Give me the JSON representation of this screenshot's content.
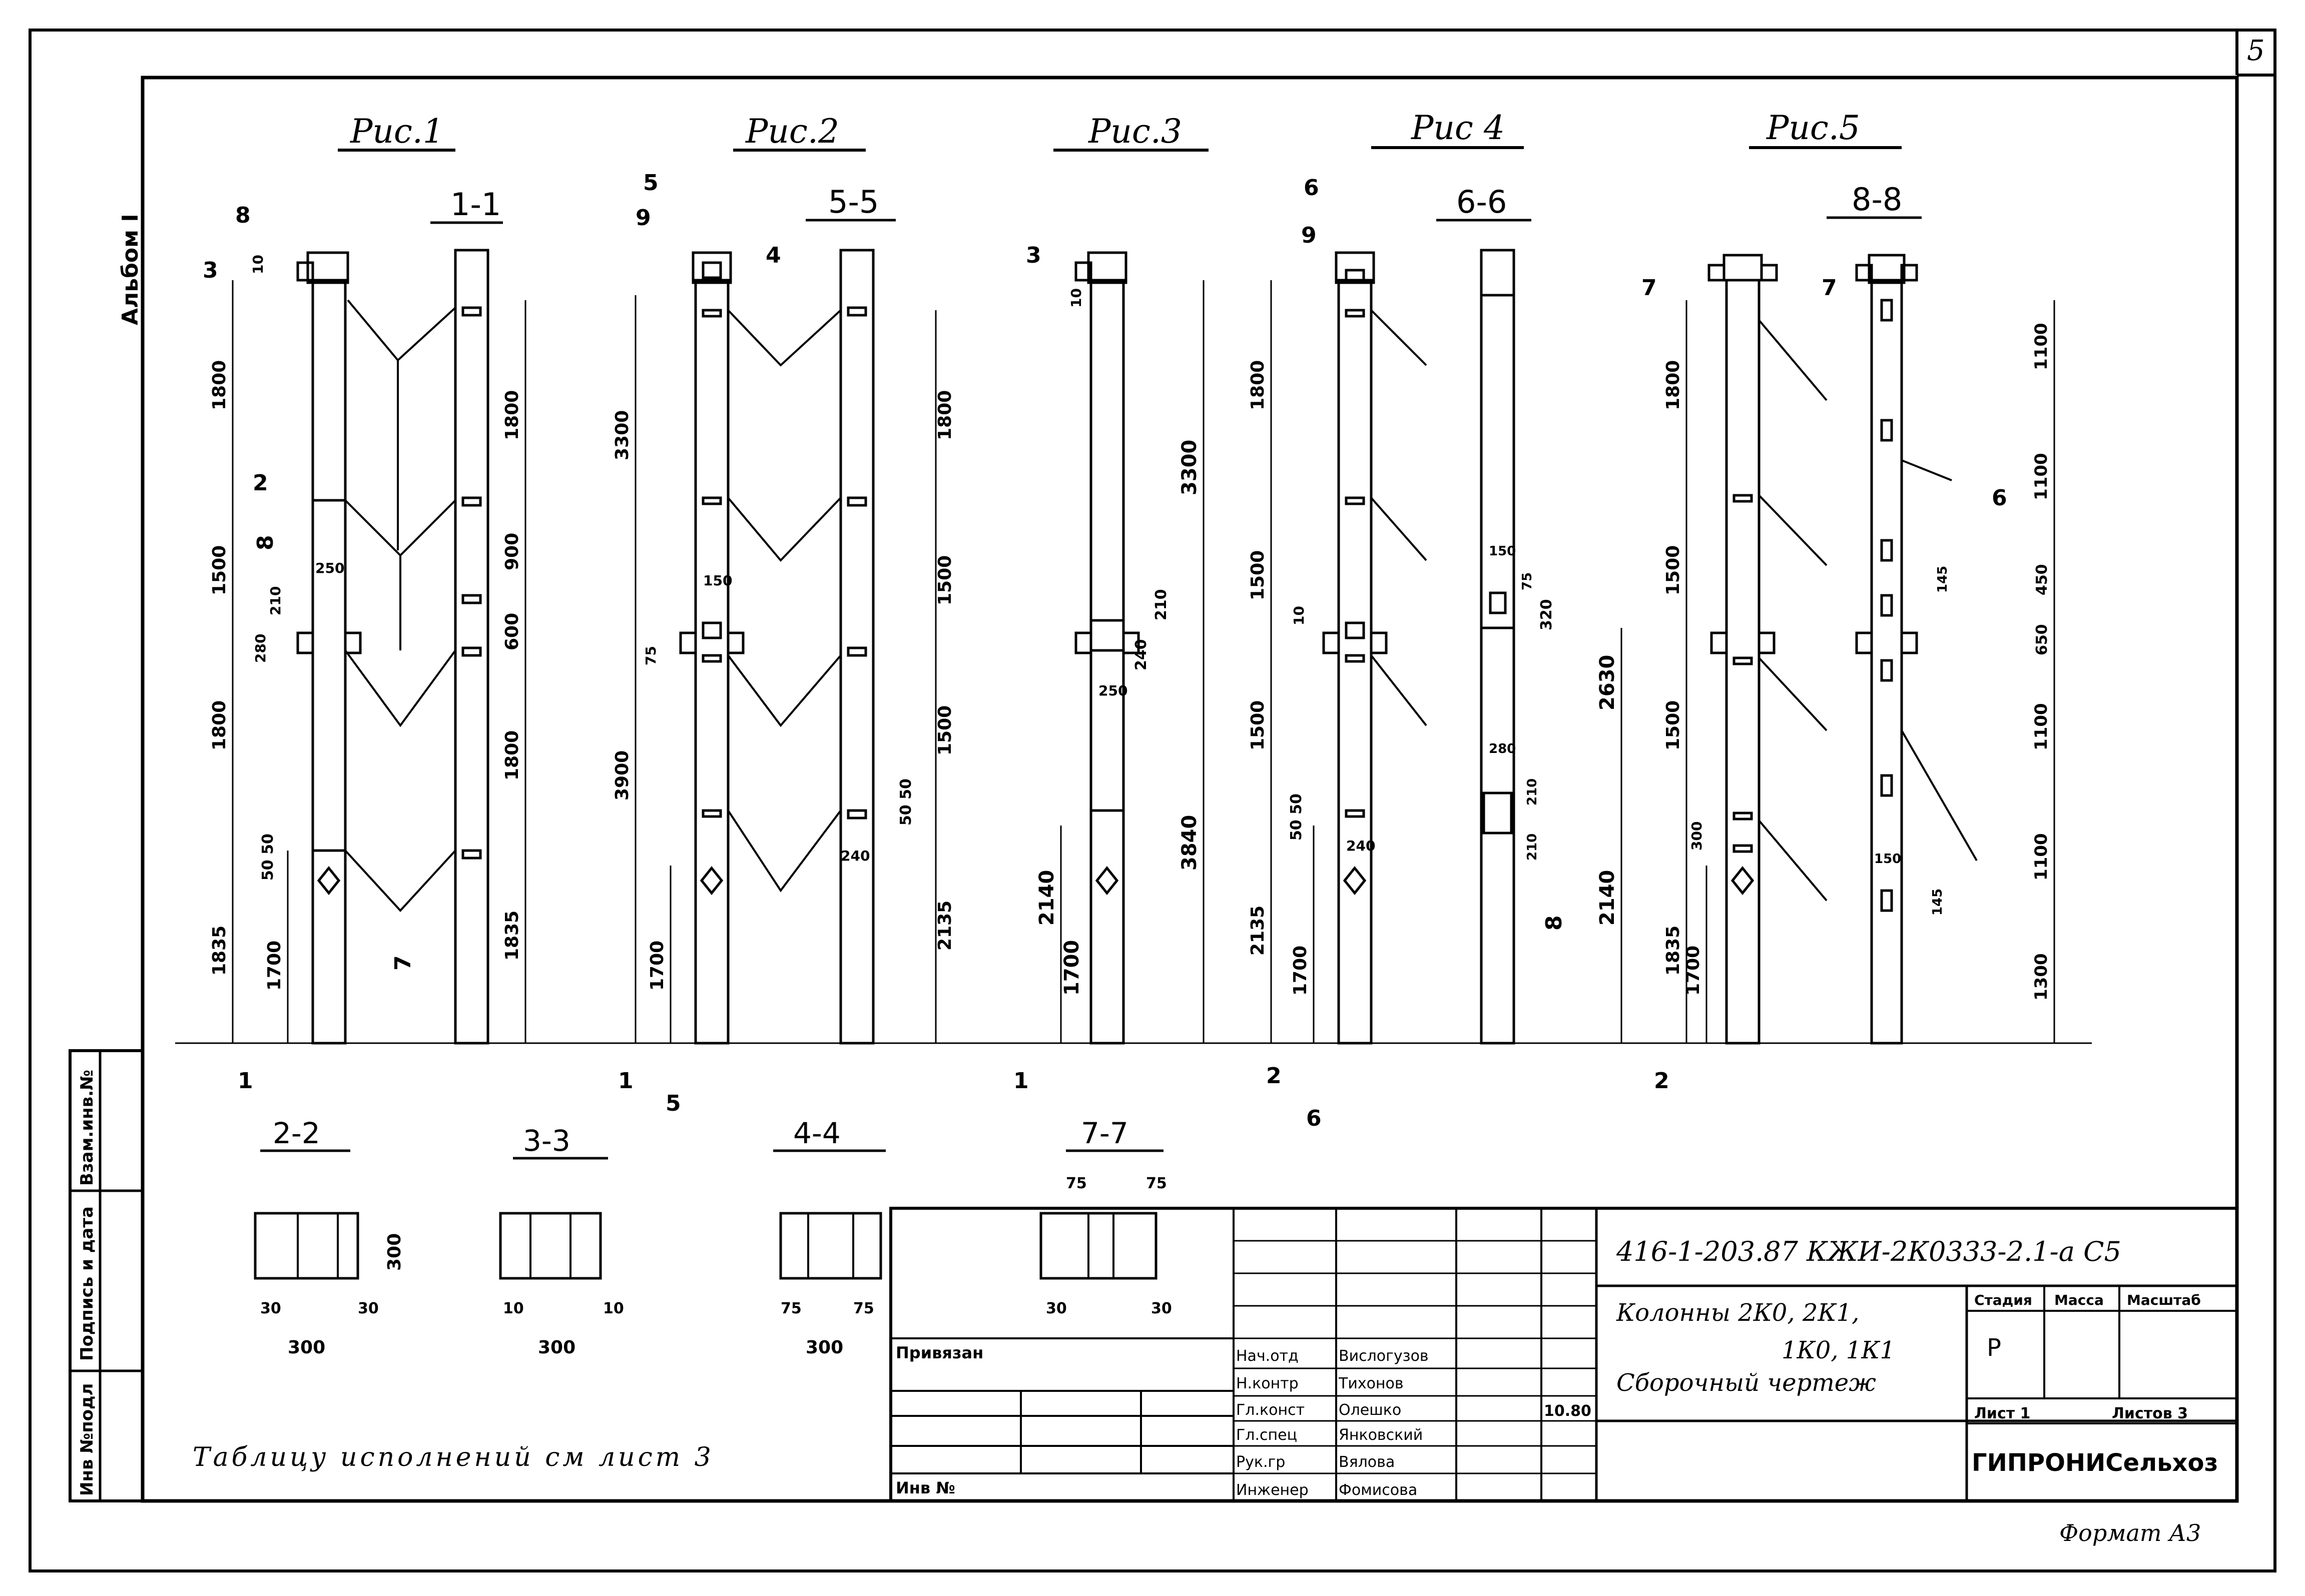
{
  "sheet": {
    "page_number": "5",
    "album_label": "Альбом I",
    "format_note": "Формат А3",
    "table_note": "Таблицу исполнений см лист 3"
  },
  "figures": [
    {
      "title": "Рис.1",
      "section": "1-1"
    },
    {
      "title": "Рис.2",
      "section": "5-5"
    },
    {
      "title": "Рис.3",
      "section": ""
    },
    {
      "title": "Рис 4",
      "section": "6-6"
    },
    {
      "title": "Рис.5",
      "section": "8-8"
    }
  ],
  "sections_bottom": [
    {
      "title": "2-2",
      "width": "300",
      "height": "300",
      "side_a": "30",
      "side_b": "30"
    },
    {
      "title": "3-3",
      "width": "300",
      "side_a": "10",
      "side_b": "10"
    },
    {
      "title": "4-4",
      "width": "300",
      "side_a": "75",
      "side_b": "75"
    },
    {
      "title": "7-7",
      "side_a": "75",
      "side_b": "75",
      "bottom_a": "30",
      "bottom_b": "30"
    }
  ],
  "dimensions": {
    "fig1": [
      "1800",
      "1500",
      "1800",
      "1835",
      "1700",
      "50 50",
      "250",
      "210",
      "10",
      "280"
    ],
    "sec11": [
      "1800",
      "900",
      "600",
      "1800",
      "1835"
    ],
    "fig2": [
      "3300",
      "3900",
      "1700",
      "150",
      "75"
    ],
    "sec55": [
      "1800",
      "1500",
      "1500",
      "2135",
      "50 50",
      "240"
    ],
    "fig3": [
      "3300",
      "3840",
      "2140",
      "1700",
      "240",
      "210",
      "250",
      "10"
    ],
    "fig4": [
      "1800",
      "1500",
      "1500",
      "2135",
      "1700",
      "50 50",
      "240",
      "10"
    ],
    "sec66": [
      "150",
      "75",
      "320",
      "280",
      "210",
      "210",
      "2630",
      "2140"
    ],
    "fig5": [
      "1800",
      "1500",
      "1500",
      "1835",
      "1700",
      "300"
    ],
    "sec88": [
      "1100",
      "1100",
      "450",
      "650",
      "1100",
      "1100",
      "1300",
      "145",
      "145",
      "150"
    ]
  },
  "callouts": [
    "8",
    "9",
    "2",
    "7",
    "1",
    "5",
    "6",
    "3",
    "4"
  ],
  "title_block": {
    "doc_code": "416-1-203.87 КЖИ-2К0333-2.1-а С5",
    "title_line1": "Колонны 2К0, 2К1,",
    "title_line2": "1К0, 1К1",
    "title_line3": "Сборочный чертеж",
    "stage_label": "Стадия",
    "mass_label": "Масса",
    "scale_label": "Масштаб",
    "stage_value": "Р",
    "sheet_label": "Лист 1",
    "sheets_label": "Листов 3",
    "org": "ГИПРОНИСельхоз",
    "bound_label": "Привязан",
    "inv_label": "Инв №",
    "date_value": "10.80",
    "signers": [
      {
        "role": "Нач.отд",
        "name": "Вислогузов"
      },
      {
        "role": "Н.контр",
        "name": "Тихонов"
      },
      {
        "role": "Гл.конст",
        "name": "Олешко"
      },
      {
        "role": "Гл.спец",
        "name": "Янковский"
      },
      {
        "role": "Рук.гр",
        "name": "Вялова"
      },
      {
        "role": "Инженер",
        "name": "Фомисова"
      }
    ]
  },
  "side_stamp": {
    "inv_orig": "Инв №подл",
    "sign_date": "Подпись и дата",
    "inv_repl": "Взам.инв.№"
  }
}
